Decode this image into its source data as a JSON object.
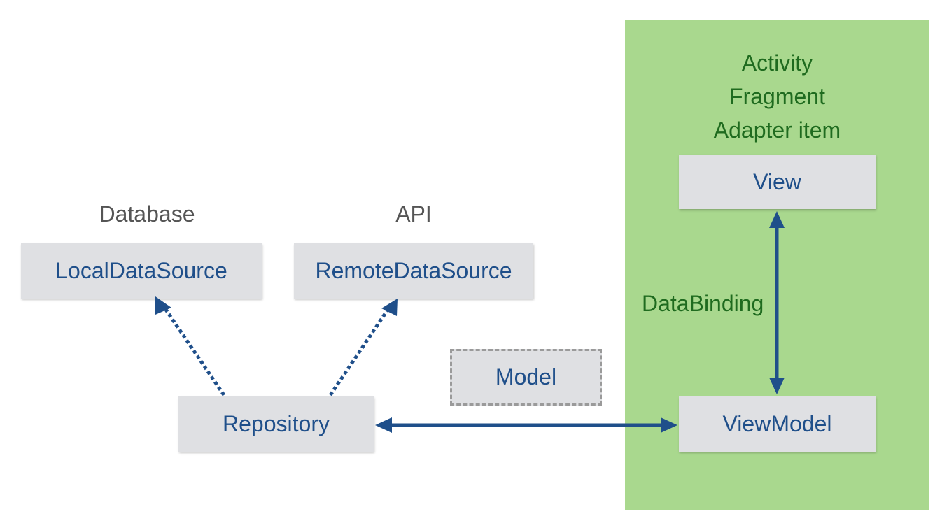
{
  "ui_stack": {
    "labels": [
      "Activity",
      "Fragment",
      "Adapter item"
    ]
  },
  "captions": {
    "database": "Database",
    "api": "API"
  },
  "boxes": {
    "local_data_source": "LocalDataSource",
    "remote_data_source": "RemoteDataSource",
    "repository": "Repository",
    "model": "Model",
    "view": "View",
    "view_model": "ViewModel"
  },
  "edges": {
    "databinding_label": "DataBinding"
  },
  "colors": {
    "panel_green": "#a9d88e",
    "box_gray": "#dfe0e3",
    "box_text_blue": "#1f4f8a",
    "arrow_blue": "#1f4f8a",
    "green_text": "#1f6b1f",
    "caption_gray": "#555555"
  }
}
